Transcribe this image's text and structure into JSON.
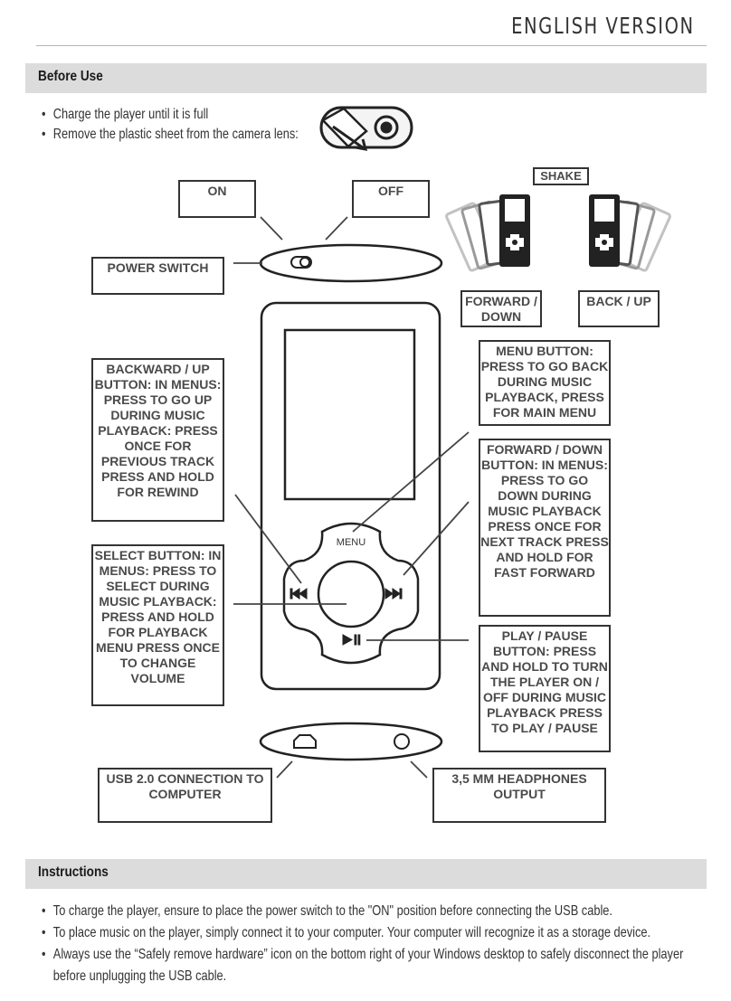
{
  "header": {
    "version": "ENGLISH VERSION"
  },
  "before_use": {
    "title": "Before Use",
    "bullets": [
      "Charge the player until it is full",
      "Remove the plastic sheet from the camera lens:"
    ]
  },
  "diagram": {
    "labels": {
      "on": "ON",
      "off": "OFF",
      "shake": "SHAKE",
      "power_switch": "POWER SWITCH",
      "forward_down": "FORWARD / DOWN",
      "back_up": "BACK / UP",
      "backward_up_button": "BACKWARD / UP BUTTON: IN MENUS: PRESS TO GO UP DURING MUSIC PLAYBACK: PRESS ONCE FOR PREVIOUS TRACK PRESS AND HOLD FOR REWIND",
      "menu_button": "MENU BUTTON: PRESS TO GO BACK DURING MUSIC PLAYBACK, PRESS FOR MAIN MENU",
      "forward_down_button": "FORWARD / DOWN BUTTON: IN MENUS: PRESS TO GO DOWN DURING MUSIC PLAYBACK PRESS ONCE FOR NEXT TRACK PRESS AND HOLD FOR FAST FORWARD",
      "select_button": "SELECT BUTTON: IN MENUS: PRESS TO SELECT DURING MUSIC PLAYBACK: PRESS AND HOLD FOR PLAYBACK MENU PRESS ONCE TO CHANGE VOLUME",
      "play_pause_button": "PLAY / PAUSE BUTTON: PRESS AND HOLD TO TURN THE PLAYER ON / OFF DURING MUSIC PLAYBACK PRESS TO PLAY / PAUSE",
      "usb": "USB 2.0 CONNECTION TO COMPUTER",
      "headphones": "3,5 MM HEADPHONES OUTPUT",
      "menu_key": "MENU"
    }
  },
  "instructions": {
    "title": "Instructions",
    "bullets": [
      "To charge the player, ensure to place the power switch to the \"ON\" position before connecting the USB cable.",
      "To place music on the player, simply connect it to your computer. Your computer will recognize it as a storage device.",
      "Always use the “Safely remove hardware” icon on the bottom right of your Windows desktop to safely disconnect the player",
      "before unplugging the USB cable."
    ]
  }
}
